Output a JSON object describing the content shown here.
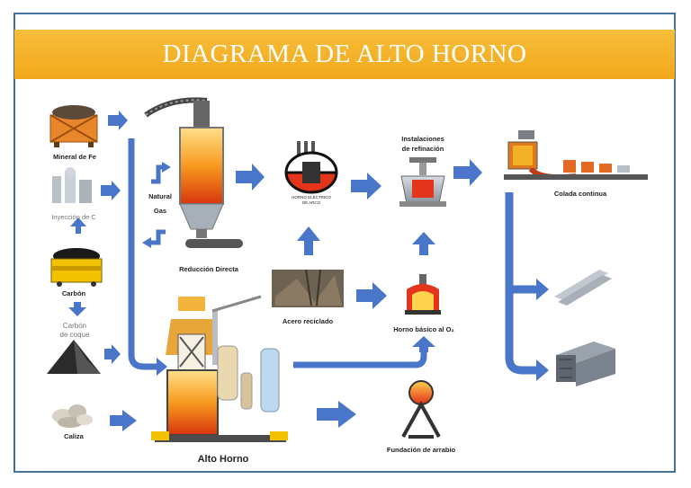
{
  "title": "DIAGRAMA DE ALTO HORNO",
  "colors": {
    "header": "#f2a81c",
    "arrow": "#4a76c9",
    "frame": "#41719c"
  },
  "labels": {
    "mineral": "Mineral de Fe",
    "inyeccion": "Inyección de C",
    "carbon": "Carbón",
    "coque_1": "Carbón",
    "coque_2": "de coque",
    "caliza": "Caliza",
    "natural_1": "Natural",
    "natural_2": "Gas",
    "reduccion": "Reducción Directa",
    "alto_horno": "Alto Horno",
    "horno_electrico_1": "HORNO ELECTRICO",
    "horno_electrico_2": "DE ARCO",
    "acero_reciclado": "Acero reciclado",
    "instalaciones_1": "Instalaciones",
    "instalaciones_2": "de refinación",
    "horno_basico": "Horno básico al O₂",
    "fundacion": "Fundación de arrabio",
    "colada": "Colada continua"
  }
}
